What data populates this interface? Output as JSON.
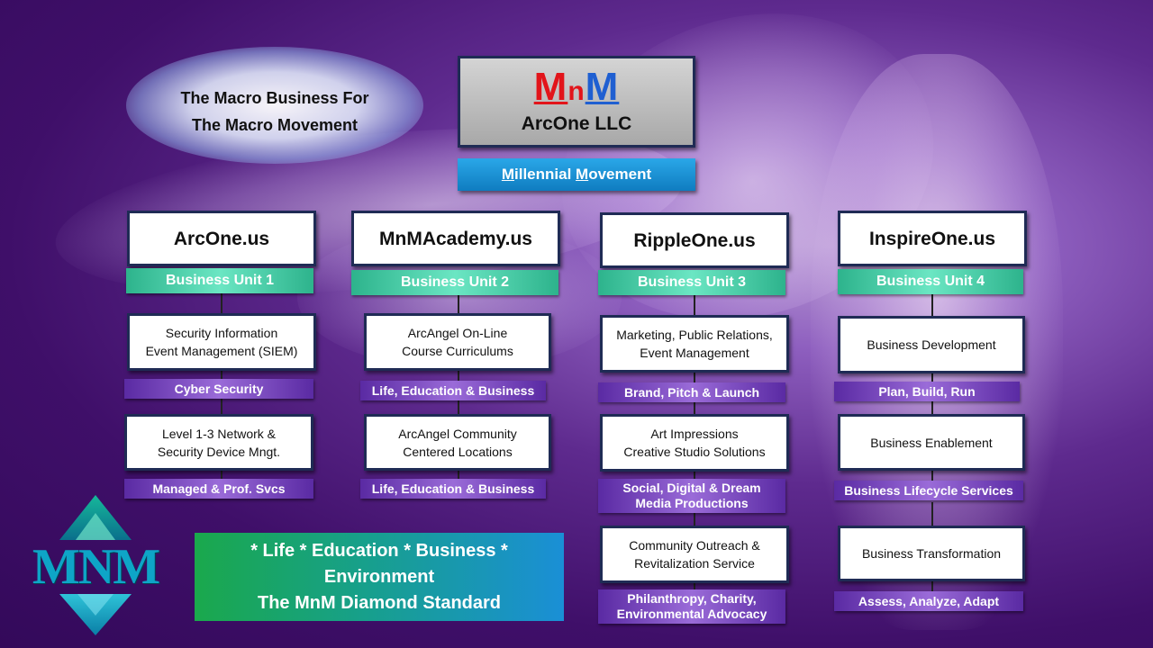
{
  "tagline": {
    "line1": "The Macro Business For",
    "line2": "The Macro Movement"
  },
  "header": {
    "logo": {
      "m1": "M",
      "n": "n",
      "m2": "M"
    },
    "company": "ArcOne LLC",
    "banner_prefix": "M",
    "banner_mid": "illennial ",
    "banner_mid2": "M",
    "banner_suffix": "ovement"
  },
  "units": [
    {
      "title": "ArcOne.us",
      "label": "Business Unit 1",
      "services": [
        {
          "line1": "Security Information",
          "line2": "Event Management (SIEM)",
          "tag1": "Cyber Security",
          "tag2": ""
        },
        {
          "line1": "Level 1-3 Network &",
          "line2": "Security Device Mngt.",
          "tag1": "Managed & Prof. Svcs",
          "tag2": ""
        }
      ]
    },
    {
      "title": "MnMAcademy.us",
      "label": "Business Unit 2",
      "services": [
        {
          "line1": "ArcAngel On-Line",
          "line2": "Course Curriculums",
          "tag1": "Life, Education & Business",
          "tag2": ""
        },
        {
          "line1": "ArcAngel Community",
          "line2": "Centered Locations",
          "tag1": "Life, Education & Business",
          "tag2": ""
        }
      ]
    },
    {
      "title": "RippleOne.us",
      "label": "Business Unit 3",
      "services": [
        {
          "line1": "Marketing, Public Relations,",
          "line2": "Event Management",
          "tag1": "Brand, Pitch & Launch",
          "tag2": ""
        },
        {
          "line1": "Art Impressions",
          "line2": "Creative Studio Solutions",
          "tag1": "Social, Digital & Dream",
          "tag2": "Media Productions"
        },
        {
          "line1": "Community Outreach &",
          "line2": "Revitalization Service",
          "tag1": "Philanthropy, Charity,",
          "tag2": "Environmental Advocacy"
        }
      ]
    },
    {
      "title": "InspireOne.us",
      "label": "Business Unit 4",
      "services": [
        {
          "line1": "Business Development",
          "line2": "",
          "tag1": "Plan, Build, Run",
          "tag2": ""
        },
        {
          "line1": "Business Enablement",
          "line2": "",
          "tag1": "Business Lifecycle Services",
          "tag2": ""
        },
        {
          "line1": "Business Transformation",
          "line2": "",
          "tag1": "Assess, Analyze, Adapt",
          "tag2": ""
        }
      ]
    }
  ],
  "footer": {
    "line1": "* Life * Education * Business *",
    "line2": "Environment",
    "line3": "The MnM Diamond Standard"
  },
  "logo": {
    "text": "MNM"
  },
  "colors": {
    "background": "#3f0f69",
    "logo_red": "#e2141a",
    "logo_blue": "#1f5fd1",
    "banner_blue": "#1a8fd6",
    "unit_bar_teal": "#2db38c",
    "tag_purple": "#5a2aa3",
    "footer_green": "#1aa84c"
  }
}
